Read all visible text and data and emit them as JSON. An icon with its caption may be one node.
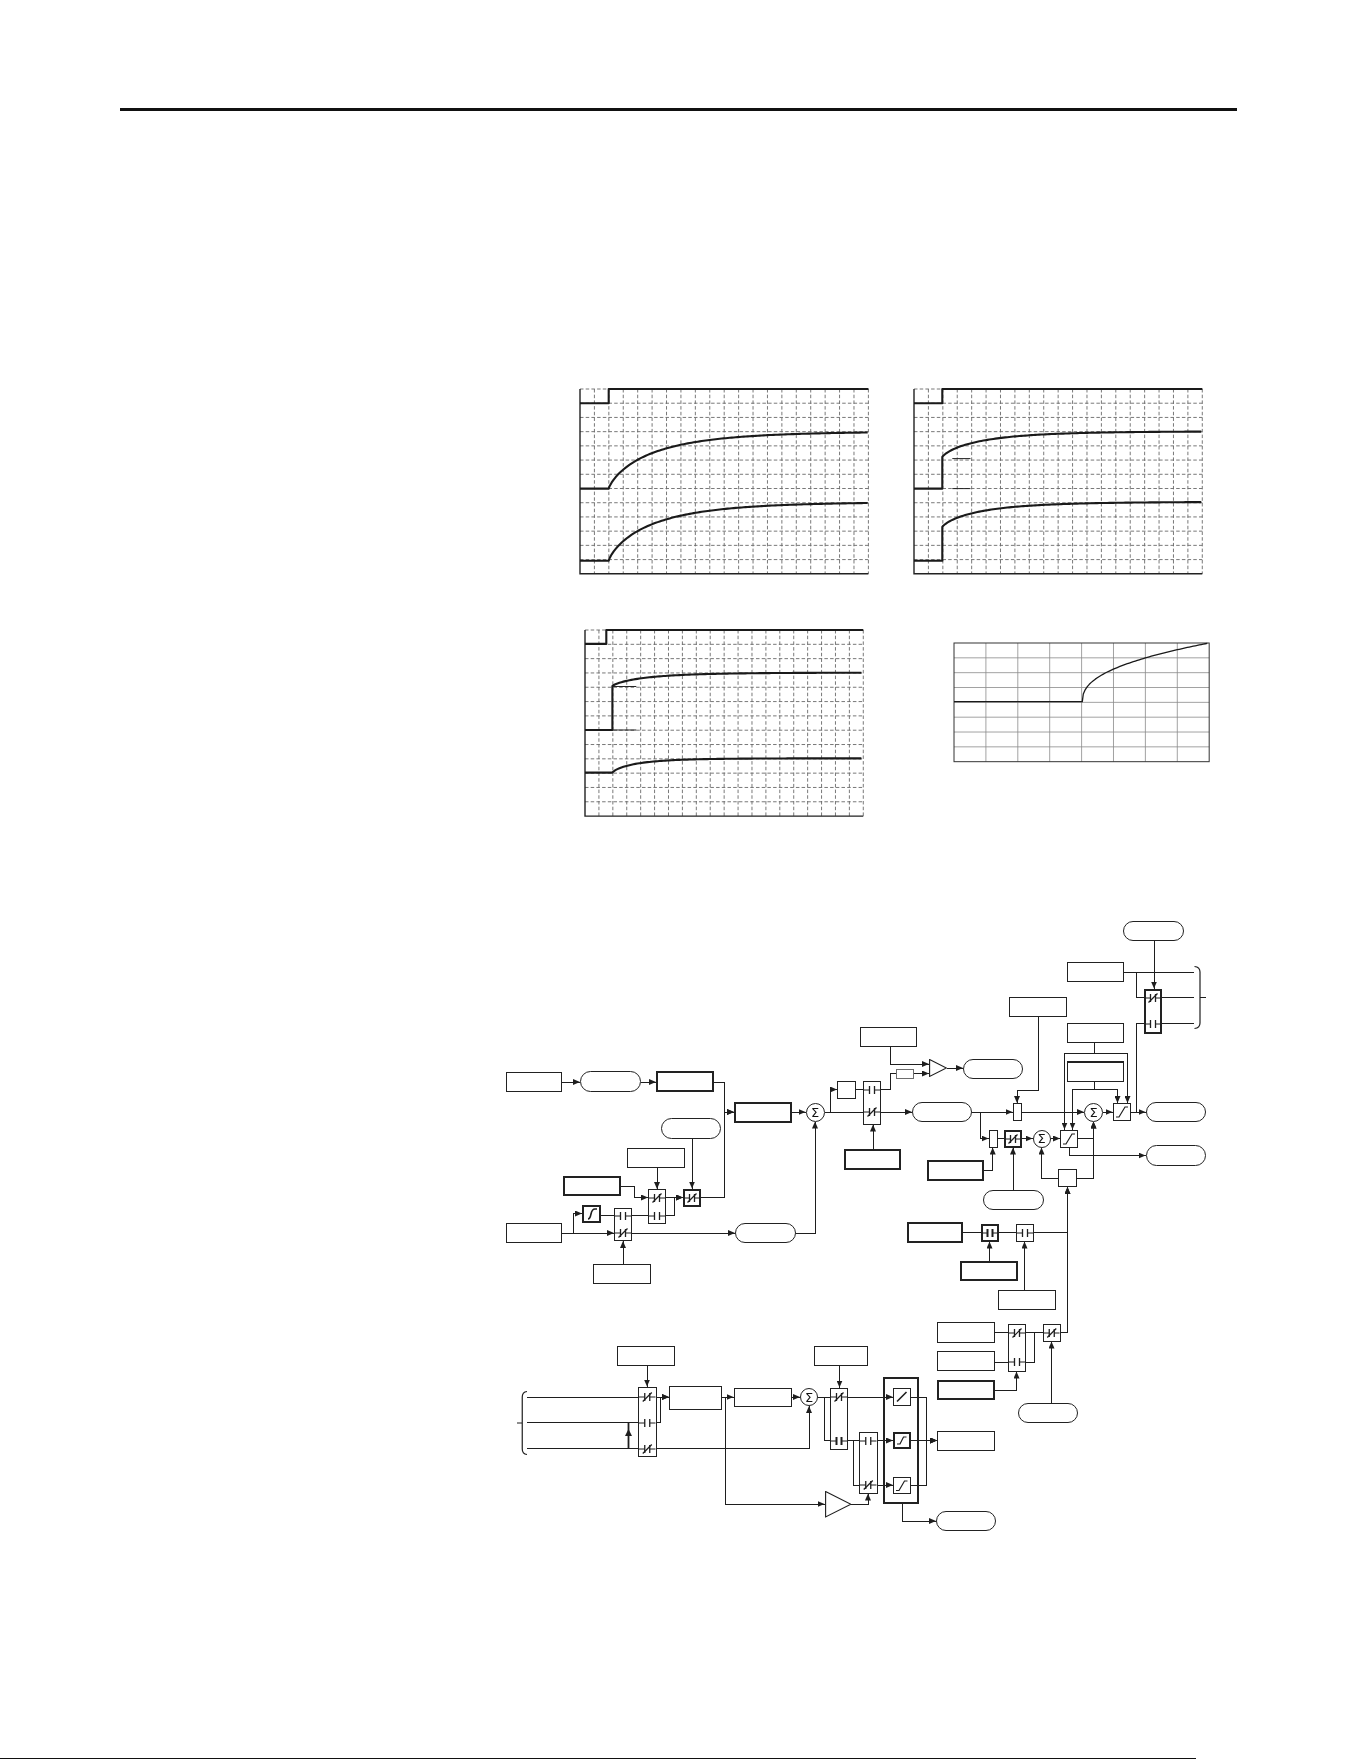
{
  "diagram": {
    "nodes": [
      {
        "text": [],
        "shape": "oval"
      },
      {
        "text": [],
        "shape": "box"
      },
      {
        "text": [],
        "shape": "bracket"
      },
      {
        "text": [],
        "shape": "box"
      },
      {
        "text": [],
        "shape": "box"
      },
      {
        "text": [],
        "shape": "box"
      },
      {
        "text": [],
        "shape": "box"
      },
      {
        "text": [],
        "shape": "triangle"
      },
      {
        "text": [],
        "shape": "oval"
      },
      {
        "text": [],
        "shape": "box"
      },
      {
        "text": [],
        "shape": "box"
      },
      {
        "text": [],
        "shape": "box"
      },
      {
        "text": [],
        "shape": "oval"
      },
      {
        "text": [],
        "shape": "box"
      },
      {
        "text": [],
        "shape": "box"
      },
      {
        "text": [],
        "shape": "box"
      },
      {
        "text": [],
        "shape": "box"
      },
      {
        "text": [
          "Σ"
        ]
      },
      {
        "text": [],
        "shape": "oval"
      },
      {
        "text": [],
        "shape": "box"
      },
      {
        "text": [
          "Σ"
        ]
      },
      {
        "text": [],
        "shape": "box"
      },
      {
        "text": [],
        "shape": "oval"
      },
      {
        "text": [],
        "shape": "oval"
      },
      {
        "text": [],
        "shape": "box"
      },
      {
        "text": [],
        "shape": "box"
      },
      {
        "text": [
          "Σ"
        ]
      },
      {
        "text": [],
        "shape": "box"
      },
      {
        "text": [],
        "shape": "oval"
      },
      {
        "text": [],
        "shape": "box"
      },
      {
        "text": [],
        "shape": "box"
      },
      {
        "text": [],
        "shape": "box"
      },
      {
        "text": [],
        "shape": "box"
      },
      {
        "text": [],
        "shape": "box"
      },
      {
        "text": [],
        "shape": "box"
      },
      {
        "text": [],
        "shape": "box"
      },
      {
        "text": [],
        "shape": "oval"
      },
      {
        "text": [],
        "shape": "box"
      },
      {
        "text": [],
        "shape": "box"
      },
      {
        "text": [],
        "shape": "box"
      },
      {
        "text": [],
        "shape": "oval"
      },
      {
        "text": [],
        "shape": "box"
      },
      {
        "text": [],
        "shape": "box"
      },
      {
        "text": [],
        "shape": "box"
      },
      {
        "text": [],
        "shape": "box"
      },
      {
        "text": [],
        "shape": "box"
      },
      {
        "text": [],
        "shape": "box"
      },
      {
        "text": [],
        "shape": "box"
      },
      {
        "text": [],
        "shape": "box"
      },
      {
        "text": [],
        "shape": "box"
      },
      {
        "text": [],
        "shape": "box"
      },
      {
        "text": [],
        "shape": "box"
      },
      {
        "text": [],
        "shape": "box"
      },
      {
        "text": [],
        "shape": "box"
      },
      {
        "text": [],
        "shape": "bracket"
      },
      {
        "text": [],
        "shape": "box"
      },
      {
        "text": [],
        "shape": "box"
      },
      {
        "text": [],
        "shape": "box"
      },
      {
        "text": [
          "Σ"
        ]
      },
      {
        "text": [],
        "shape": "box"
      },
      {
        "text": [],
        "shape": "box"
      },
      {
        "text": [],
        "shape": "box",
        "in": 60
      },
      {
        "text": [],
        "shape": "box",
        "in": 60
      },
      {
        "text": [],
        "shape": "box",
        "in": 60
      },
      {
        "text": [],
        "shape": "oval"
      },
      {
        "text": [],
        "shape": "box"
      },
      {
        "text": [],
        "shape": "box"
      },
      {
        "text": [],
        "shape": "triangle"
      },
      {
        "text": [],
        "shape": "oval"
      }
    ],
    "edges": [
      {
        "from": 11,
        "to": 12,
        "arrow": "to"
      },
      {
        "from": 12,
        "to": 13,
        "arrow": "to"
      },
      {
        "from": 13,
        "to": 16,
        "arrow": "to"
      },
      {
        "from": 35,
        "to": 16,
        "arrow": "to"
      },
      {
        "from": 16,
        "to": 17,
        "arrow": "to"
      },
      {
        "from": 29,
        "to": 34,
        "arrow": "to"
      },
      {
        "from": 33,
        "to": 34,
        "arrow": "to"
      },
      {
        "from": 34,
        "to": 35,
        "arrow": "to"
      },
      {
        "from": 23,
        "to": 35,
        "arrow": "to"
      },
      {
        "from": 39,
        "to": 37,
        "arrow": "to"
      },
      {
        "from": 39,
        "to": 38,
        "arrow": "to"
      },
      {
        "from": 37,
        "to": 38,
        "arrow": "none"
      },
      {
        "from": 38,
        "to": 34,
        "arrow": "none"
      },
      {
        "from": 34,
        "to": 35,
        "arrow": "to"
      },
      {
        "from": 38,
        "to": 40,
        "arrow": "to"
      },
      {
        "from": 45,
        "to": 38,
        "arrow": "to"
      },
      {
        "from": 40,
        "to": 17,
        "arrow": "to"
      },
      {
        "from": 17,
        "to": 14,
        "arrow": "to"
      },
      {
        "from": 17,
        "to": 15,
        "arrow": "none"
      },
      {
        "from": 14,
        "to": 15,
        "arrow": "none"
      },
      {
        "from": 15,
        "to": 18,
        "arrow": "to"
      },
      {
        "from": 15,
        "to": 10,
        "arrow": "none"
      },
      {
        "from": 30,
        "to": 15,
        "arrow": "to"
      },
      {
        "from": 5,
        "to": 7,
        "arrow": "to"
      },
      {
        "from": 10,
        "to": 7,
        "arrow": "to"
      },
      {
        "from": 7,
        "to": 8,
        "arrow": "to"
      },
      {
        "from": 18,
        "to": 19,
        "arrow": "to"
      },
      {
        "from": 18,
        "to": 24,
        "arrow": "to"
      },
      {
        "from": 4,
        "to": 19,
        "arrow": "to"
      },
      {
        "from": 19,
        "to": 20,
        "arrow": "to"
      },
      {
        "from": 20,
        "to": 21,
        "arrow": "to"
      },
      {
        "from": 21,
        "to": 22,
        "arrow": "to"
      },
      {
        "from": 6,
        "to": 27,
        "arrow": "to"
      },
      {
        "from": 6,
        "to": 21,
        "arrow": "to"
      },
      {
        "from": 9,
        "to": 27,
        "arrow": "to"
      },
      {
        "from": 9,
        "to": 21,
        "arrow": "to"
      },
      {
        "from": 24,
        "to": 25,
        "arrow": "none"
      },
      {
        "from": 25,
        "to": 26,
        "arrow": "to"
      },
      {
        "from": 26,
        "to": 27,
        "arrow": "to"
      },
      {
        "from": 27,
        "to": 20,
        "arrow": "to"
      },
      {
        "from": 27,
        "to": 28,
        "arrow": "to"
      },
      {
        "from": 32,
        "to": 20,
        "arrow": "to"
      },
      {
        "from": 32,
        "to": 26,
        "arrow": "to"
      },
      {
        "from": 31,
        "to": 24,
        "arrow": "to"
      },
      {
        "from": 36,
        "to": 25,
        "arrow": "to"
      },
      {
        "from": 41,
        "to": 42,
        "arrow": "none"
      },
      {
        "from": 42,
        "to": 43,
        "arrow": "none"
      },
      {
        "from": 43,
        "to": 32,
        "arrow": "to"
      },
      {
        "from": 44,
        "to": 42,
        "arrow": "to"
      },
      {
        "from": 46,
        "to": 43,
        "arrow": "to"
      },
      {
        "from": 49,
        "to": 32,
        "arrow": "to"
      },
      {
        "from": 47,
        "to": 48,
        "arrow": "none"
      },
      {
        "from": 52,
        "to": 48,
        "arrow": "none"
      },
      {
        "from": 53,
        "to": 48,
        "arrow": "to"
      },
      {
        "from": 48,
        "to": 49,
        "arrow": "none"
      },
      {
        "from": 48,
        "to": 49,
        "arrow": "none"
      },
      {
        "from": 64,
        "to": 49,
        "arrow": "to"
      },
      {
        "from": 0,
        "to": 3,
        "arrow": "to"
      },
      {
        "from": 1,
        "to": 2,
        "arrow": "none"
      },
      {
        "from": 1,
        "to": 3,
        "arrow": "none"
      },
      {
        "from": 3,
        "to": 2,
        "arrow": "none"
      },
      {
        "from": 3,
        "to": 2,
        "arrow": "none"
      },
      {
        "from": 21,
        "to": 3,
        "arrow": "none"
      },
      {
        "from": 54,
        "to": 55,
        "arrow": "none"
      },
      {
        "from": 54,
        "to": 55,
        "arrow": "none"
      },
      {
        "from": 54,
        "to": 55,
        "arrow": "none"
      },
      {
        "from": 50,
        "to": 55,
        "arrow": "to"
      },
      {
        "from": 55,
        "to": 56,
        "arrow": "to"
      },
      {
        "from": 55,
        "to": 56,
        "arrow": "to"
      },
      {
        "from": 55,
        "to": 58,
        "arrow": "to"
      },
      {
        "from": 56,
        "to": 57,
        "arrow": "to"
      },
      {
        "from": 56,
        "to": 67,
        "arrow": "to"
      },
      {
        "from": 57,
        "to": 58,
        "arrow": "to"
      },
      {
        "from": 51,
        "to": 59,
        "arrow": "to"
      },
      {
        "from": 58,
        "to": 59,
        "arrow": "none"
      },
      {
        "from": 58,
        "to": 59,
        "arrow": "none"
      },
      {
        "from": 59,
        "to": 61,
        "arrow": "to"
      },
      {
        "from": 59,
        "to": 66,
        "arrow": "none"
      },
      {
        "from": 59,
        "to": 66,
        "arrow": "none"
      },
      {
        "from": 66,
        "to": 62,
        "arrow": "to"
      },
      {
        "from": 66,
        "to": 63,
        "arrow": "to"
      },
      {
        "from": 67,
        "to": 66,
        "arrow": "to"
      },
      {
        "from": 61,
        "to": 65,
        "arrow": "to"
      },
      {
        "from": 62,
        "to": 65,
        "arrow": "to"
      },
      {
        "from": 63,
        "to": 65,
        "arrow": "to"
      },
      {
        "from": 60,
        "to": 68,
        "arrow": "to"
      }
    ]
  }
}
